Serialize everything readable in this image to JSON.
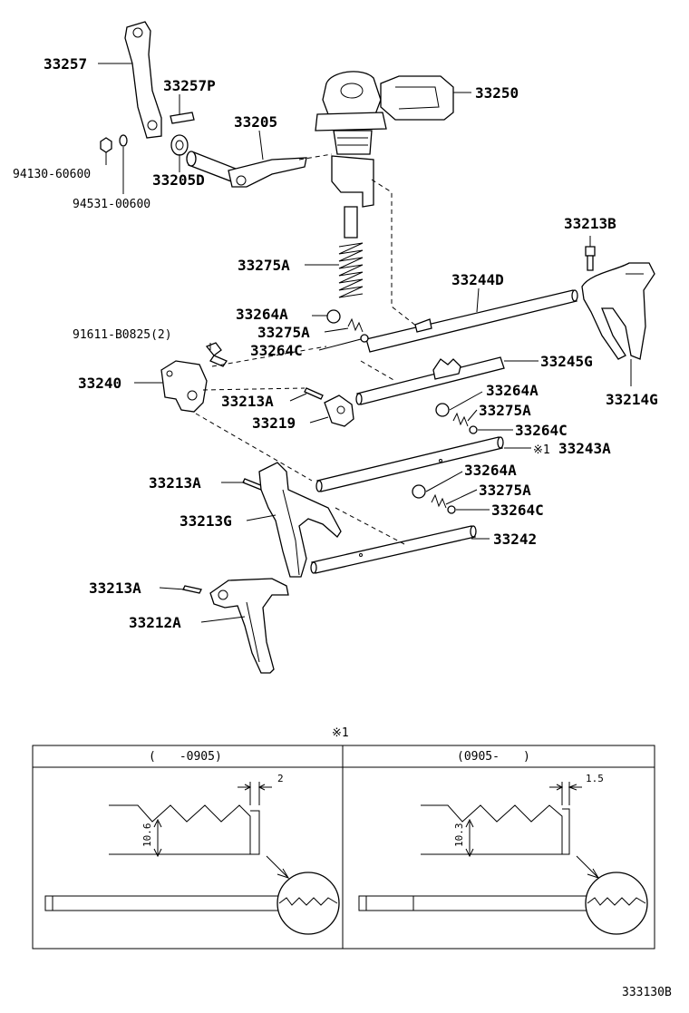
{
  "labels": {
    "p33257": "33257",
    "p33257p": "33257P",
    "p33250": "33250",
    "p33205": "33205",
    "p33205d": "33205D",
    "p94130": "94130-60600",
    "p94531": "94531-00600",
    "p33213b": "33213B",
    "p33275a_1": "33275A",
    "p33244d": "33244D",
    "p33264a_1": "33264A",
    "p33275a_2": "33275A",
    "p33264c_1": "33264C",
    "p91611": "91611-B0825(2)",
    "p33240": "33240",
    "p33245g": "33245G",
    "p33214g": "33214G",
    "p33213a_1": "33213A",
    "p33219": "33219",
    "p33264a_2": "33264A",
    "p33275a_3": "33275A",
    "p33264c_2": "33264C",
    "p33243a_mark": "※1",
    "p33243a": "33243A",
    "p33213a_2": "33213A",
    "p33264a_3": "33264A",
    "p33275a_4": "33275A",
    "p33264c_3": "33264C",
    "p33213g": "33213G",
    "p33242": "33242",
    "p33213a_3": "33213A",
    "p33212a": "33212A"
  },
  "detail": {
    "marker": "※1",
    "left": {
      "header": "(　　-0905)",
      "width_dim": "2",
      "height_dim": "10.6"
    },
    "right": {
      "header": "(0905-　　)",
      "width_dim": "1.5",
      "height_dim": "10.3"
    }
  },
  "figure_code": "333130B"
}
